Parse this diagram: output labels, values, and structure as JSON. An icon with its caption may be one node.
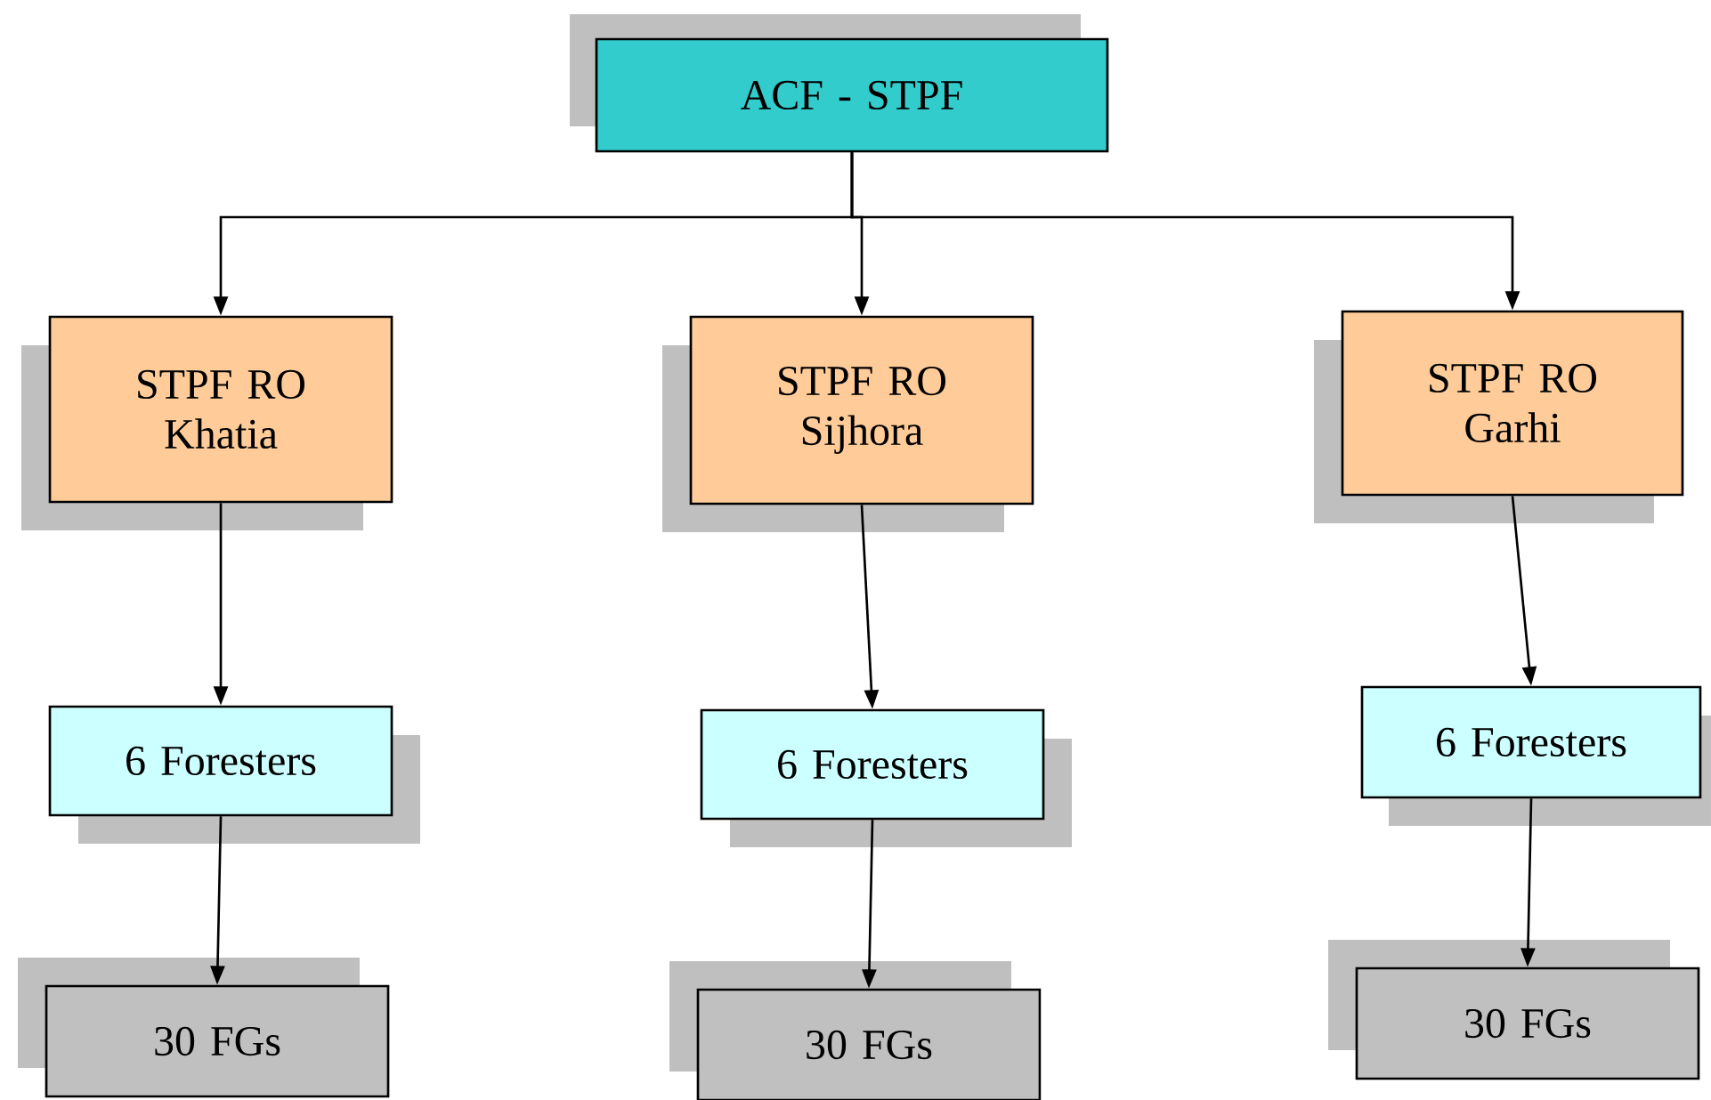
{
  "diagram": {
    "nodes": [
      {
        "text": [
          "ACF - STPF"
        ]
      },
      {
        "text": [
          "STPF RO Khatia"
        ]
      },
      {
        "text": [
          "STPF RO Sijhora"
        ]
      },
      {
        "text": [
          "STPF RO Garhi"
        ]
      },
      {
        "text": [
          "6 Foresters"
        ]
      },
      {
        "text": [
          "6 Foresters"
        ]
      },
      {
        "text": [
          "6 Foresters"
        ]
      },
      {
        "text": [
          "30 FGs"
        ]
      },
      {
        "text": [
          "30 FGs"
        ]
      },
      {
        "text": [
          "30 FGs"
        ]
      }
    ],
    "edges": [
      {
        "from": 0,
        "to": 1,
        "arrow": "to"
      },
      {
        "from": 0,
        "to": 2,
        "arrow": "to"
      },
      {
        "from": 0,
        "to": 3,
        "arrow": "to"
      },
      {
        "from": 1,
        "to": 4,
        "arrow": "to"
      },
      {
        "from": 2,
        "to": 5,
        "arrow": "to"
      },
      {
        "from": 3,
        "to": 6,
        "arrow": "to"
      },
      {
        "from": 4,
        "to": 7,
        "arrow": "to"
      },
      {
        "from": 5,
        "to": 8,
        "arrow": "to"
      },
      {
        "from": 6,
        "to": 9,
        "arrow": "to"
      }
    ]
  }
}
